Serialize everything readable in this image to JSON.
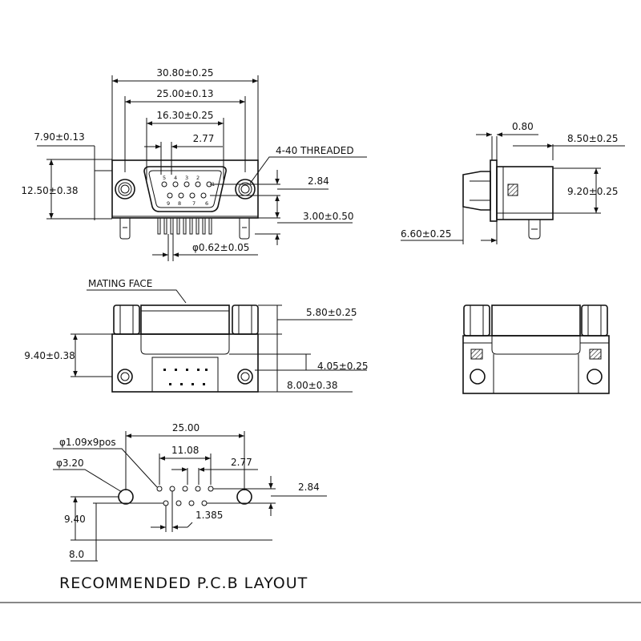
{
  "front_view": {
    "dim_overall_width": "30.80±0.25",
    "dim_shell_width": "25.00±0.13",
    "dim_pin_span": "16.30±0.25",
    "dim_pin_pitch": "2.77",
    "dim_left_offset": "7.90±0.13",
    "dim_height": "12.50±0.38",
    "note_thread": "4-40 THREADED",
    "dim_row_spacing": "2.84",
    "dim_tail_length": "3.00±0.50",
    "dim_pin_diameter": "φ0.62±0.05",
    "pin_labels_top": [
      "5",
      "4",
      "3",
      "2",
      "1"
    ],
    "pin_labels_bottom": [
      "9",
      "8",
      "7",
      "6"
    ]
  },
  "side_view": {
    "dim_flange": "0.80",
    "dim_depth": "8.50±0.25",
    "dim_height": "9.20±0.25",
    "dim_offset": "6.60±0.25"
  },
  "top_view": {
    "label_mating_face": "MATING FACE",
    "dim_shell_height": "5.80±0.25",
    "dim_overall": "9.40±0.38",
    "dim_row": "4.05±0.25",
    "dim_depth": "8.00±0.38"
  },
  "pcb_layout": {
    "dim_hole_spacing": "25.00",
    "dim_pin_holes": "φ1.09x9pos",
    "dim_pin_span": "11.08",
    "dim_mount_hole": "φ3.20",
    "dim_pitch": "2.77",
    "dim_row": "2.84",
    "dim_v1": "9.40",
    "dim_half_pitch": "1.385",
    "dim_v2": "8.0",
    "title": "RECOMMENDED P.C.B LAYOUT"
  }
}
